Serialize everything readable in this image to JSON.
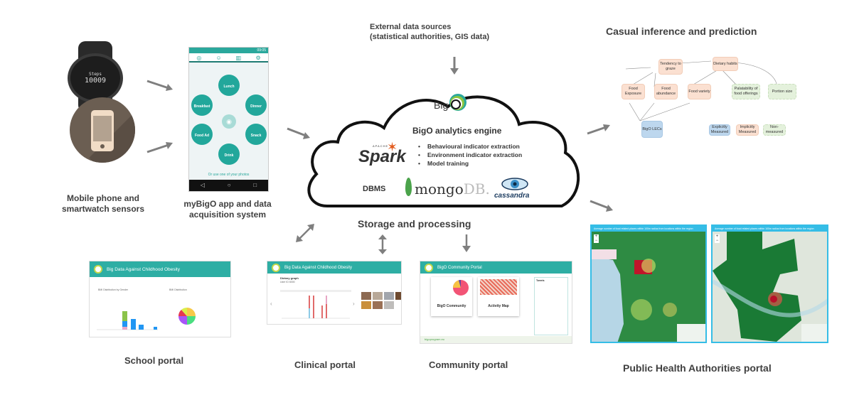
{
  "sensors": {
    "label": "Mobile phone and smartwatch sensors",
    "watch": {
      "line1": "Steps",
      "line2": "10009"
    }
  },
  "app": {
    "label": "myBigO app and data acquisition system",
    "status_time": "09:05",
    "tab_icons": [
      "camera-icon",
      "user-icon",
      "chart-icon",
      "gear-icon"
    ],
    "meals": [
      "Lunch",
      "Breakfast",
      "Dinner",
      "Food Ad",
      "Snack",
      "Drink"
    ],
    "photos_link": "Or use one of your photos",
    "nav_icons": [
      "back-icon",
      "home-icon",
      "recent-icon"
    ]
  },
  "external": {
    "label_line1": "External data sources",
    "label_line2": "(statistical authorities, GIS data)"
  },
  "engine": {
    "logo_text": "Big",
    "title": "BigO analytics engine",
    "bullets": [
      "Behavioural indicator extraction",
      "Environment indicator extraction",
      "Model training"
    ],
    "spark_label": "Spark",
    "spark_apache": "APACHE",
    "dbms_label": "DBMS",
    "mongo_label": "mongo",
    "mongo_suffix": "DB.",
    "cassandra_label": "cassandra",
    "storage_label": "Storage and processing"
  },
  "causal": {
    "title": "Casual inference and prediction",
    "nodes": {
      "tendency": "Tendency to graze",
      "dietary": "Dietary habits",
      "exposure": "Food Exposure",
      "abundance": "Food abundance",
      "variety": "Food variety",
      "palatability": "Palatability of food offerings",
      "portion": "Portion size",
      "lecs": "BigO LECs"
    },
    "legend": {
      "explicit": "Explicitly Measured",
      "implicit": "Implicitly Measured",
      "non": "Non-measured"
    },
    "colors": {
      "explicit": "#bdd7ee",
      "implicit": "#fbe0d1",
      "non": "#e4f1dc"
    }
  },
  "portals": {
    "school": {
      "label": "School portal",
      "header": "Big Data Against Childhood Obesity",
      "left_title": "BMI Distribution by Gender",
      "right_title": "BMI Distribution",
      "pie_title": "Counts of BMI"
    },
    "clinical": {
      "label": "Clinical portal",
      "header": "Big Data Against Childhood Obesity",
      "title": "Dietary graph",
      "user": "User ID 6000"
    },
    "community": {
      "label": "Community portal",
      "header": "BigO Community Portal",
      "card1": "BigO Community",
      "card2": "Activity Map",
      "footer_site": "bigoprogram.eu",
      "tweets": "Tweets"
    },
    "pha": {
      "label": "Public Health Authorities portal",
      "map1_title": "Average number of food related places within 100m radius from locations within the region",
      "map2_title": "Average number of food related places within 100m radius from locations within the region"
    }
  },
  "theme": {
    "teal": "#2eaea4",
    "arrow": "#7f7f7f"
  }
}
